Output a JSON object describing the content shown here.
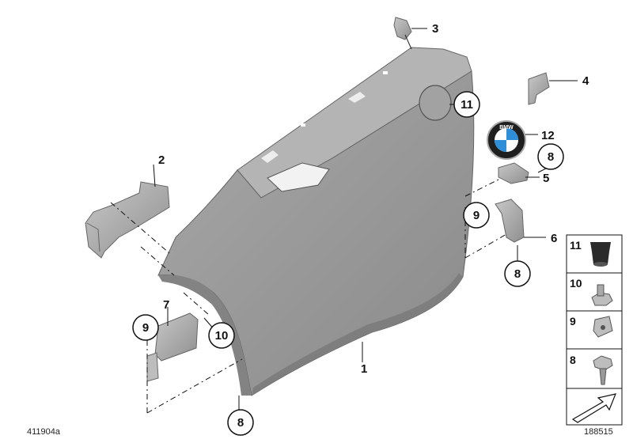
{
  "callouts": {
    "p1": "1",
    "p2": "2",
    "p3": "3",
    "p4": "4",
    "p5": "5",
    "p6": "6",
    "p7": "7",
    "p12": "12",
    "c11": "11",
    "c8a": "8",
    "c9a": "9",
    "c8b": "8",
    "c9b": "9",
    "c10": "10",
    "c8c": "8"
  },
  "legend": {
    "items": [
      {
        "num": "11",
        "part": "grommet"
      },
      {
        "num": "10",
        "part": "nut"
      },
      {
        "num": "9",
        "part": "clip-nut"
      },
      {
        "num": "8",
        "part": "screw"
      }
    ]
  },
  "emblem": {
    "text": "BMW"
  },
  "footer": {
    "left_id": "411904a",
    "right_id": "188515"
  },
  "colors": {
    "panel": "#9b9b9b",
    "panel_dark": "#7d7d7d",
    "emblem_blue": "#2e8fd8",
    "outline": "#444444"
  }
}
